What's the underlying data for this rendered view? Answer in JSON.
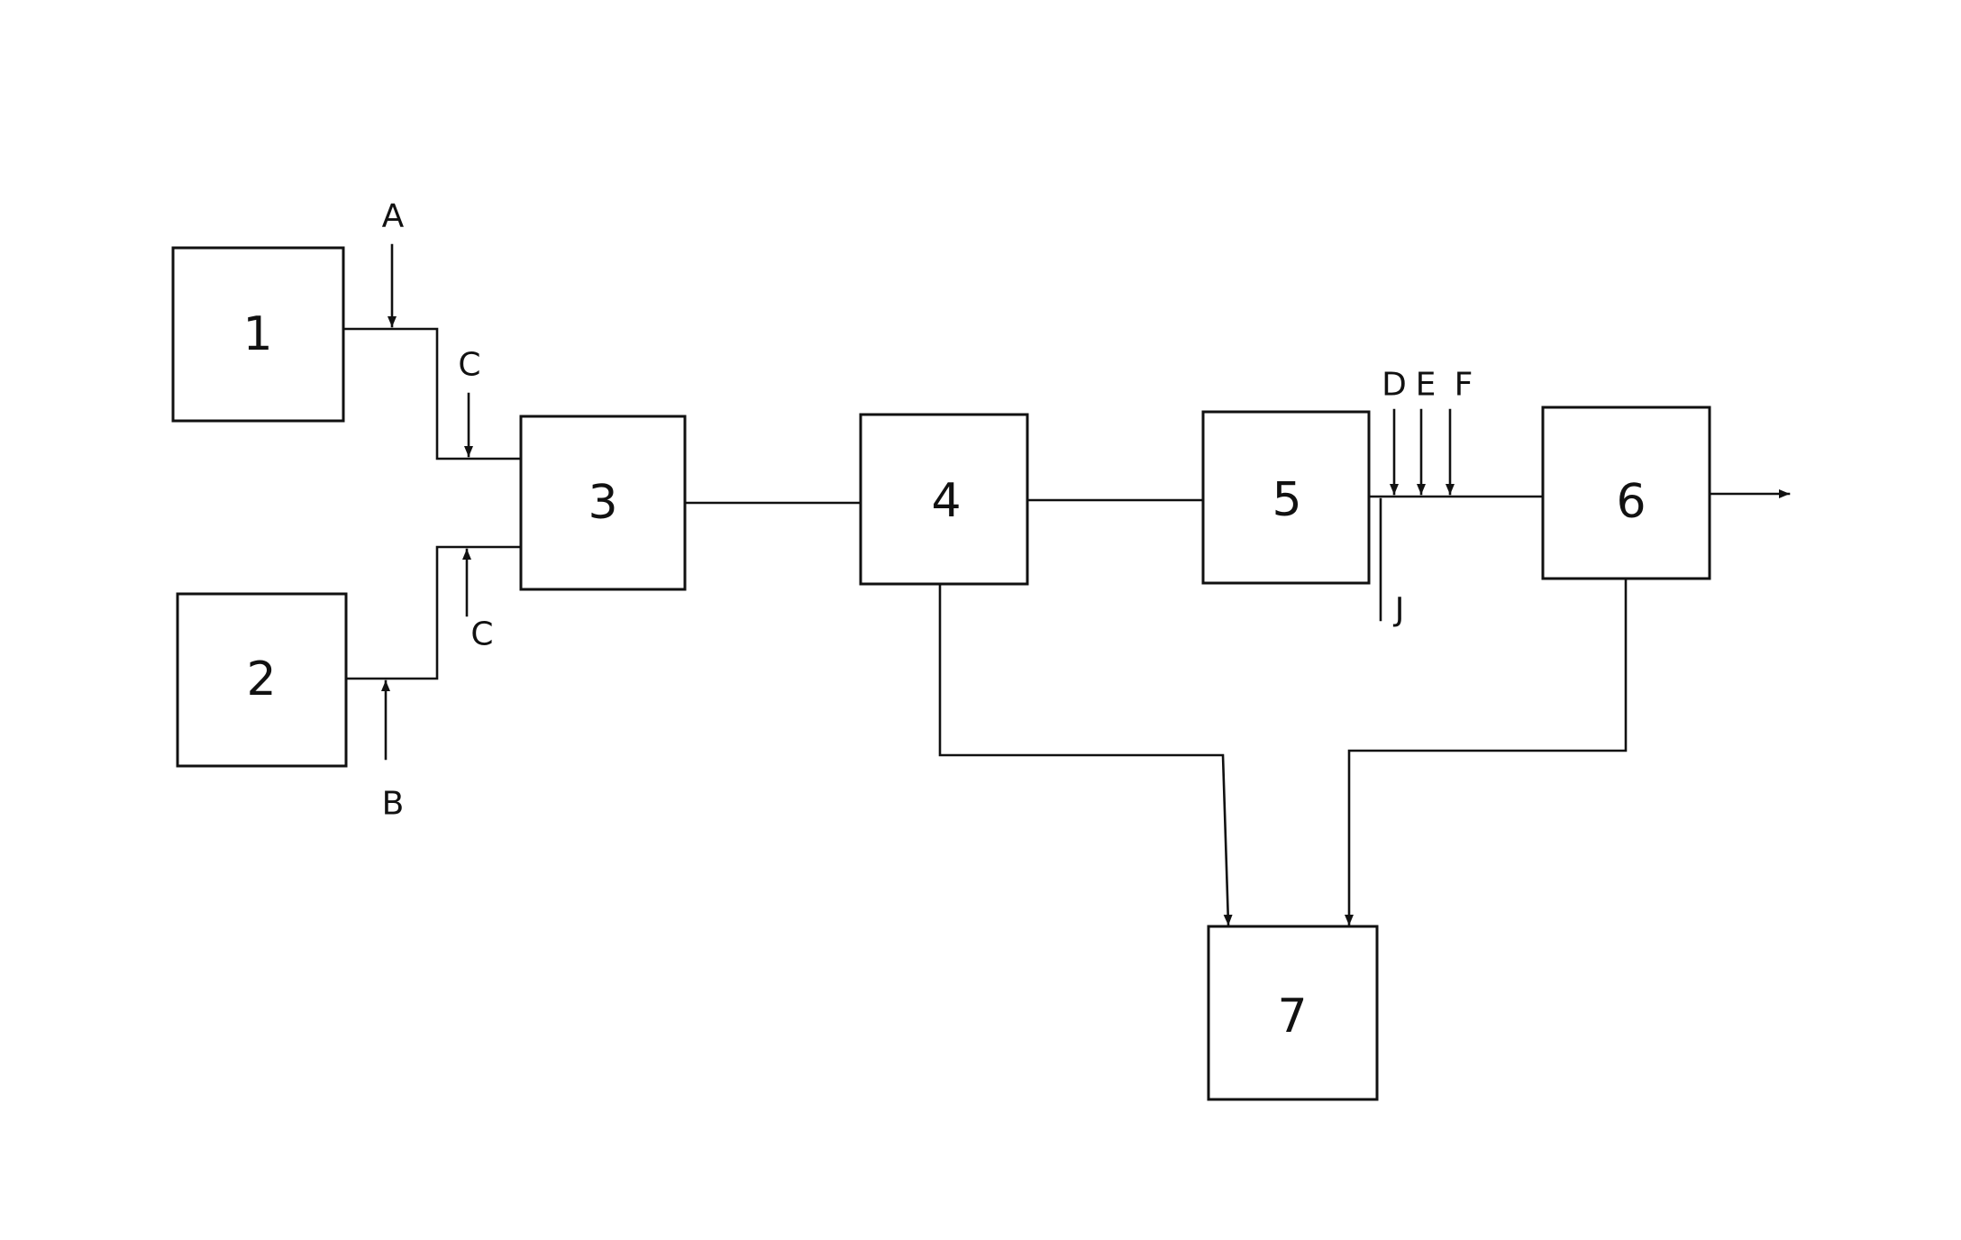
{
  "blocks": {
    "b1": "1",
    "b2": "2",
    "b3": "3",
    "b4": "4",
    "b5": "5",
    "b6": "6",
    "b7": "7"
  },
  "streams": {
    "a": "A",
    "b": "B",
    "c_top": "C",
    "c_bottom": "C",
    "d": "D",
    "e": "E",
    "f": "F",
    "j": "J"
  },
  "colors": {
    "ink": "#111111",
    "background": "#ffffff"
  }
}
